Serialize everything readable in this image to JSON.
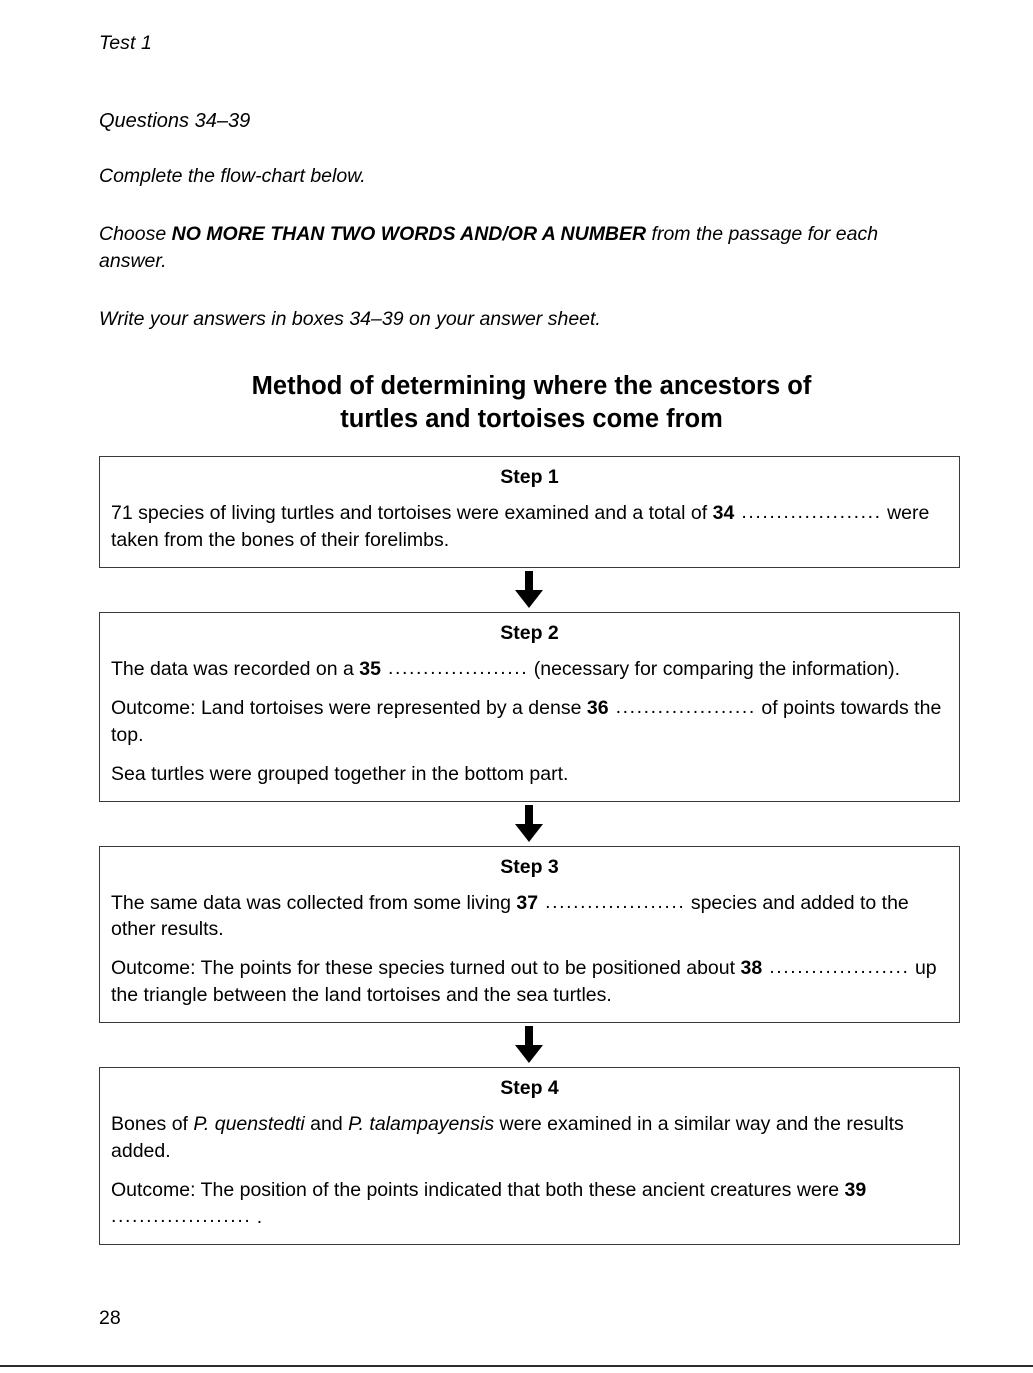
{
  "running_head": "Test 1",
  "question_range": "Questions 34–39",
  "instructions": {
    "complete": "Complete the flow-chart below.",
    "choose_prefix": "Choose ",
    "choose_caps": "NO MORE THAN TWO WORDS AND/OR A NUMBER",
    "choose_suffix": " from the passage for each answer.",
    "write": "Write your answers in boxes 34–39 on your answer sheet."
  },
  "chart_title": {
    "line1": "Method of determining where the ancestors of",
    "line2": "turtles and tortoises come from"
  },
  "blank_line": "....................",
  "arrow_icon": "down-arrow-icon",
  "steps": [
    {
      "header": "Step 1",
      "paragraphs": [
        {
          "parts": [
            {
              "type": "text",
              "value": "71 species of living turtles and tortoises were examined and a total of "
            },
            {
              "type": "number",
              "value": "34"
            },
            {
              "type": "blank"
            },
            {
              "type": "text",
              "value": " were taken from the bones of their forelimbs."
            }
          ]
        }
      ]
    },
    {
      "header": "Step 2",
      "paragraphs": [
        {
          "parts": [
            {
              "type": "text",
              "value": "The data was recorded on a "
            },
            {
              "type": "number",
              "value": "35"
            },
            {
              "type": "blank"
            },
            {
              "type": "text",
              "value": " (necessary for comparing the information)."
            }
          ]
        },
        {
          "parts": [
            {
              "type": "text",
              "value": "Outcome: Land tortoises were represented by a dense "
            },
            {
              "type": "number",
              "value": "36"
            },
            {
              "type": "blank"
            },
            {
              "type": "text",
              "value": " of points towards the top."
            }
          ]
        },
        {
          "parts": [
            {
              "type": "text",
              "value": "Sea turtles were grouped together in the bottom part."
            }
          ]
        }
      ]
    },
    {
      "header": "Step 3",
      "paragraphs": [
        {
          "parts": [
            {
              "type": "text",
              "value": "The same data was collected from some living "
            },
            {
              "type": "number",
              "value": "37"
            },
            {
              "type": "blank"
            },
            {
              "type": "text",
              "value": " species and added to the other results."
            }
          ]
        },
        {
          "parts": [
            {
              "type": "text",
              "value": "Outcome: The points for these species turned out to be positioned about "
            },
            {
              "type": "number",
              "value": "38"
            },
            {
              "type": "blank"
            },
            {
              "type": "text",
              "value": " up the triangle between the land tortoises and the sea turtles."
            }
          ]
        }
      ]
    },
    {
      "header": "Step 4",
      "paragraphs": [
        {
          "parts": [
            {
              "type": "text",
              "value": "Bones of "
            },
            {
              "type": "italic",
              "value": "P. quenstedti"
            },
            {
              "type": "text",
              "value": " and "
            },
            {
              "type": "italic",
              "value": "P. talampayensis"
            },
            {
              "type": "text",
              "value": " were examined in a similar way and the results added."
            }
          ]
        },
        {
          "parts": [
            {
              "type": "text",
              "value": "Outcome: The position of the points indicated that both these ancient creatures were "
            },
            {
              "type": "number",
              "value": "39"
            },
            {
              "type": "blank"
            },
            {
              "type": "text",
              "value": " ."
            }
          ]
        }
      ]
    }
  ],
  "page_number": "28",
  "colors": {
    "text": "#000000",
    "box_border": "#3a3a3a",
    "background": "#ffffff"
  }
}
